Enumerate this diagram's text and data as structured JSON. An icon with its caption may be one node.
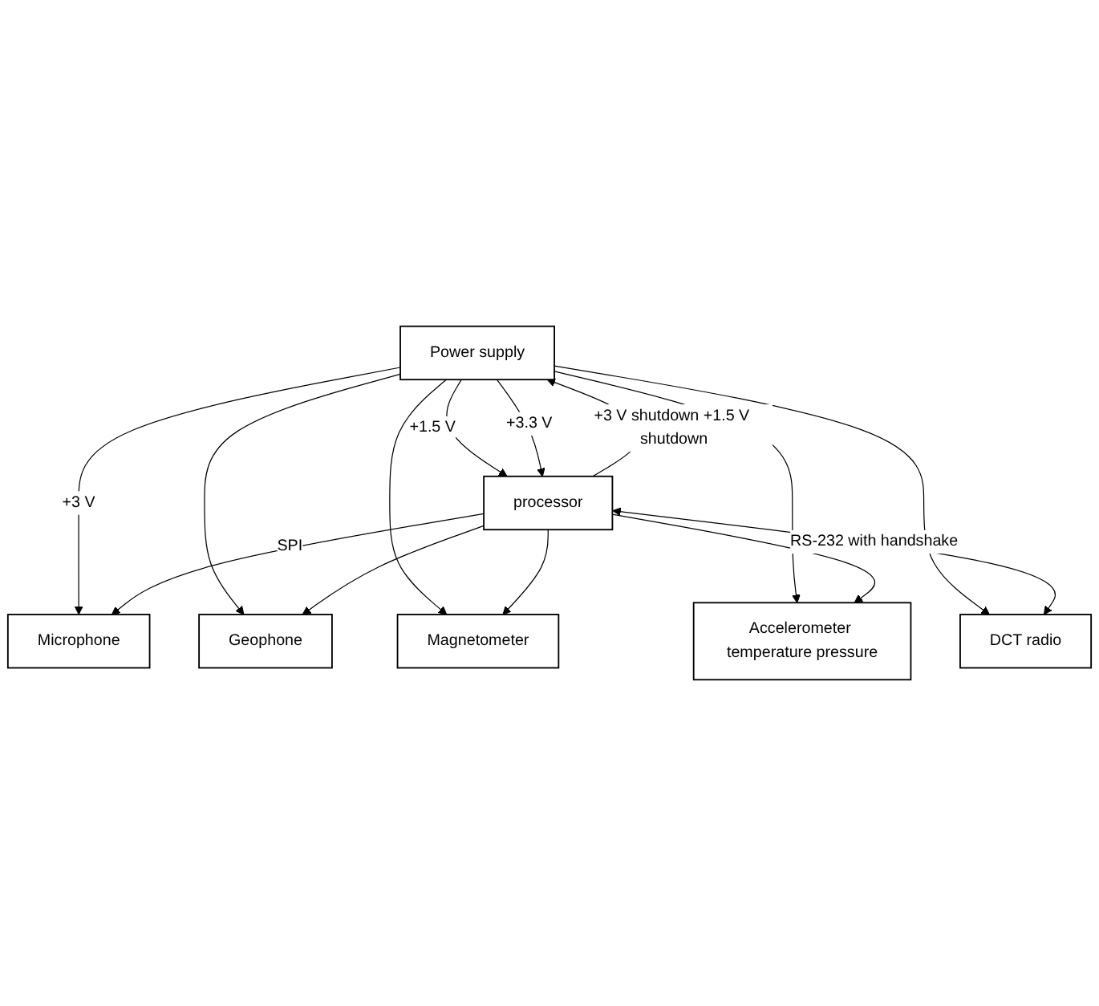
{
  "diagram": {
    "nodes": [
      {
        "text": [
          "Power supply"
        ]
      },
      {
        "text": [
          "Microphone"
        ]
      },
      {
        "text": [
          "processor"
        ]
      },
      {
        "text": [
          "Geophone"
        ]
      },
      {
        "text": [
          "DCT radio"
        ]
      },
      {
        "text": [
          "Magnetometer"
        ]
      },
      {
        "text": [
          "Accelerometer temperature pressure"
        ]
      }
    ],
    "edges": [
      {
        "from": 0,
        "to": 2,
        "arrow": "to",
        "label": "+1.5 V"
      },
      {
        "from": 0,
        "to": 2,
        "arrow": "to",
        "label": "+3.3 V"
      },
      {
        "from": 0,
        "to": 4,
        "arrow": "to"
      },
      {
        "from": 0,
        "to": 1,
        "arrow": "to",
        "label": "+3 V"
      },
      {
        "from": 0,
        "to": 3,
        "arrow": "to"
      },
      {
        "from": 0,
        "to": 5,
        "arrow": "to"
      },
      {
        "from": 0,
        "to": 6,
        "arrow": "to"
      },
      {
        "from": 2,
        "to": 0,
        "arrow": "to",
        "label": "+3 V shutdown +1.5 V shutdown"
      },
      {
        "from": 2,
        "to": 1,
        "arrow": "to",
        "label": "SPI"
      },
      {
        "from": 2,
        "to": 3,
        "arrow": "to"
      },
      {
        "from": 2,
        "to": 5,
        "arrow": "to"
      },
      {
        "from": 2,
        "to": 6,
        "arrow": "to"
      },
      {
        "from": 2,
        "to": 4,
        "arrow": "both",
        "label": "RS-232 with handshake"
      }
    ]
  }
}
